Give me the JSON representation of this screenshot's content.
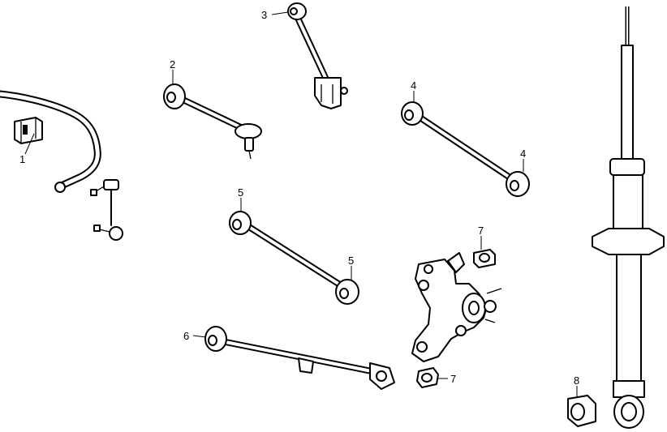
{
  "diagram": {
    "callouts": {
      "c1": "1",
      "c2": "2",
      "c3": "3",
      "c4a": "4",
      "c4b": "4",
      "c5a": "5",
      "c5b": "5",
      "c6": "6",
      "c7a": "7",
      "c7b": "7",
      "c8": "8"
    }
  }
}
